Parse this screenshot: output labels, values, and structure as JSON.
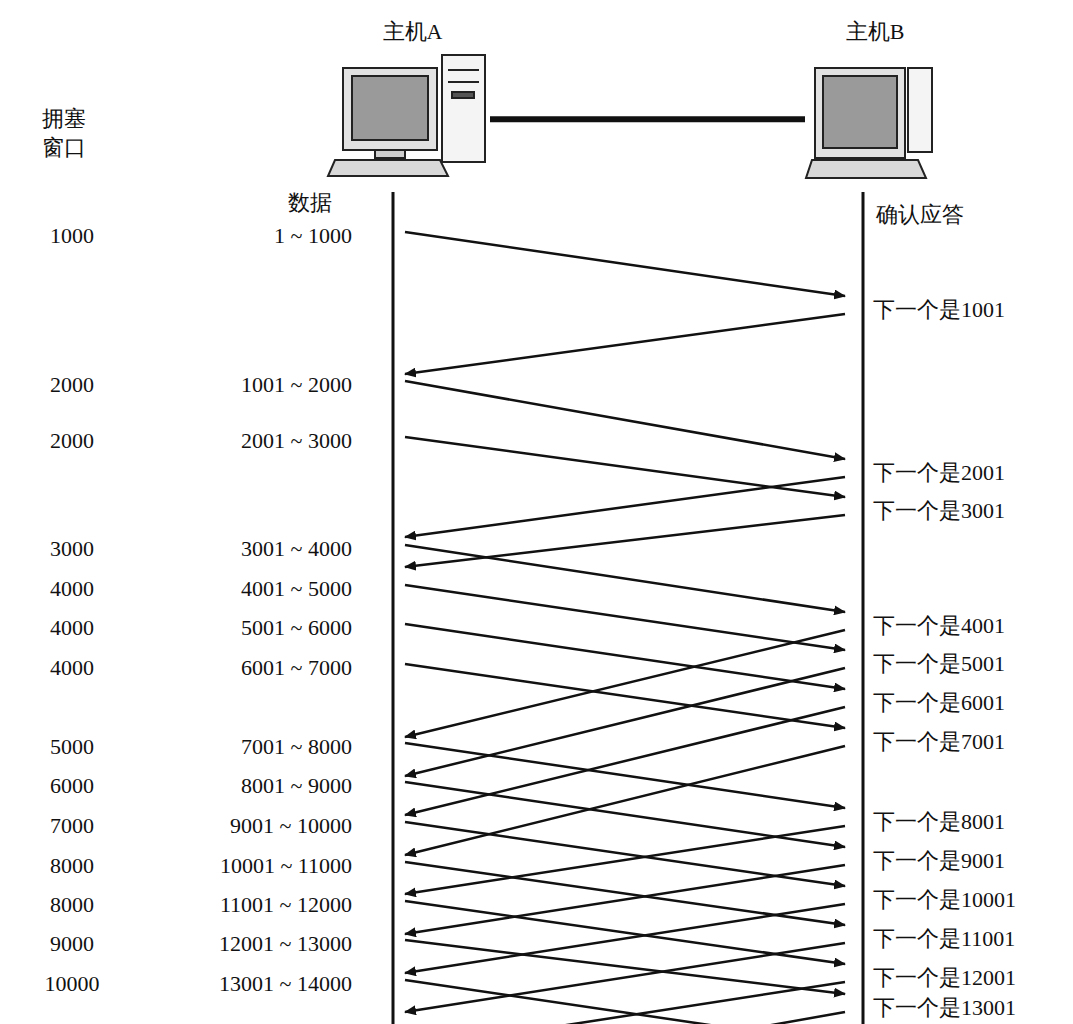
{
  "diagram": {
    "nodes": [
      {
        "text": [
          "主机A"
        ]
      },
      {
        "text": [
          "主机B"
        ]
      }
    ],
    "edges": [
      {
        "from": 0,
        "to": 1,
        "arrow": "none"
      }
    ],
    "labels": [
      "拥塞 窗口",
      "数据",
      "确认应答",
      "1000",
      "2000",
      "2000",
      "3000",
      "4000",
      "4000",
      "4000",
      "5000",
      "6000",
      "7000",
      "8000",
      "8000",
      "9000",
      "10000",
      "1 ~ 1000",
      "1001 ~ 2000",
      "2001 ~ 3000",
      "3001 ~ 4000",
      "4001 ~ 5000",
      "5001 ~ 6000",
      "6001 ~ 7000",
      "7001 ~ 8000",
      "8001 ~ 9000",
      "9001 ~ 10000",
      "10001 ~ 11000",
      "11001 ~ 12000",
      "12001 ~ 13000",
      "13001 ~ 14000",
      "下一个是1001",
      "下一个是2001",
      "下一个是3001",
      "下一个是4001",
      "下一个是5001",
      "下一个是6001",
      "下一个是7001",
      "下一个是8001",
      "下一个是9001",
      "下一个是10001",
      "下一个是11001",
      "下一个是12001",
      "下一个是13001"
    ]
  }
}
